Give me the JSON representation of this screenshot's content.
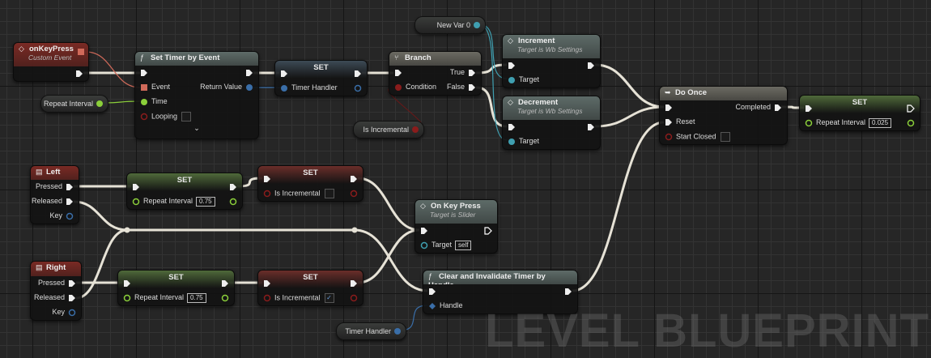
{
  "graph_type_label": "LEVEL BLUEPRINT",
  "colors": {
    "exec": "#ffffff",
    "float": "#8bcf3a",
    "bool": "#8a1c1c",
    "delegate": "#d06a5a",
    "struct": "#3a6ea8",
    "object": "#3f9fb0",
    "event_header": "#7a2a24",
    "function_header": "#5e6b68",
    "set_header": "#5a7040",
    "set_bool_header": "#6b2e2a",
    "input_header": "#7a2a24"
  },
  "nodes": [
    {
      "id": "on-key-press-event",
      "title": "onKeyPress",
      "subtitle": "Custom Event",
      "icon": "event-diamond-icon",
      "header": "#7a2a24",
      "rows": [
        {
          "r": {
            "pin": "exec"
          }
        }
      ],
      "delegate_pin": true
    },
    {
      "id": "set-timer-by-event",
      "title": "Set Timer by Event",
      "icon": "function-icon",
      "header": "#5e6b68",
      "rows": [
        {
          "l": {
            "pin": "exec"
          },
          "r": {
            "pin": "exec"
          }
        },
        {
          "l": {
            "pin": "delegate",
            "label": "Event"
          },
          "r": {
            "pin": "struct",
            "label": "Return Value"
          }
        },
        {
          "l": {
            "pin": "float",
            "label": "Time"
          }
        },
        {
          "l": {
            "pin": "bool-hollow",
            "label": "Looping",
            "check": ""
          }
        },
        {
          "chevron": "⌄"
        }
      ]
    },
    {
      "id": "set-timer-handler",
      "title": "SET",
      "compact": true,
      "header": "#3d4a55",
      "rows": [
        {
          "l": {
            "pin": "exec"
          },
          "r": {
            "pin": "exec"
          }
        },
        {
          "l": {
            "pin": "struct",
            "label": "Timer Handler"
          },
          "r": {
            "pin": "struct-hollow"
          }
        }
      ]
    },
    {
      "id": "branch",
      "title": "Branch",
      "icon": "branch-icon",
      "header": "#6b6a62",
      "rows": [
        {
          "l": {
            "pin": "exec"
          },
          "r": {
            "pin": "exec",
            "label": "True"
          }
        },
        {
          "l": {
            "pin": "bool",
            "label": "Condition"
          },
          "r": {
            "pin": "exec",
            "label": "False"
          }
        }
      ]
    },
    {
      "id": "increment",
      "title": "Increment",
      "subtitle": "Target is Wb Settings",
      "icon": "event-diamond-icon",
      "header": "#5e6b68",
      "rows": [
        {
          "l": {
            "pin": "exec"
          },
          "r": {
            "pin": "exec"
          }
        },
        {
          "l": {
            "pin": "object",
            "label": "Target"
          }
        }
      ]
    },
    {
      "id": "decrement",
      "title": "Decrement",
      "subtitle": "Target is Wb Settings",
      "icon": "event-diamond-icon",
      "header": "#5e6b68",
      "rows": [
        {
          "l": {
            "pin": "exec"
          },
          "r": {
            "pin": "exec"
          }
        },
        {
          "l": {
            "pin": "object",
            "label": "Target"
          }
        }
      ]
    },
    {
      "id": "do-once",
      "title": "Do Once",
      "icon": "do-once-icon",
      "header": "#6b6a62",
      "rows": [
        {
          "l": {
            "pin": "exec"
          },
          "r": {
            "pin": "exec",
            "label": "Completed"
          }
        },
        {
          "l": {
            "pin": "exec",
            "label": "Reset"
          }
        },
        {
          "l": {
            "pin": "bool-hollow",
            "label": "Start Closed",
            "check": ""
          }
        }
      ]
    },
    {
      "id": "set-repeat-interval-fast",
      "title": "SET",
      "compact": true,
      "header": "#4f6a3a",
      "rows": [
        {
          "l": {
            "pin": "exec"
          },
          "r": {
            "pin": "exec-hollow"
          }
        },
        {
          "l": {
            "pin": "float-hollow",
            "label": "Repeat Interval",
            "value": "0.025"
          },
          "r": {
            "pin": "float-hollow"
          }
        }
      ]
    },
    {
      "id": "left-key",
      "title": "Left",
      "icon": "keyboard-icon",
      "header": "#7a2a24",
      "rows": [
        {
          "r": {
            "pin": "exec",
            "label": "Pressed"
          }
        },
        {
          "r": {
            "pin": "exec",
            "label": "Released"
          }
        },
        {
          "r": {
            "pin": "struct-hollow",
            "label": "Key"
          }
        }
      ]
    },
    {
      "id": "set-repeat-interval-left",
      "title": "SET",
      "compact": true,
      "header": "#4f6a3a",
      "rows": [
        {
          "l": {
            "pin": "exec"
          },
          "r": {
            "pin": "exec"
          }
        },
        {
          "l": {
            "pin": "float-hollow",
            "label": "Repeat Interval",
            "value": "0.75"
          },
          "r": {
            "pin": "float-hollow"
          }
        }
      ]
    },
    {
      "id": "set-is-incremental-left",
      "title": "SET",
      "compact": true,
      "header": "#6b2e2a",
      "rows": [
        {
          "l": {
            "pin": "exec"
          },
          "r": {
            "pin": "exec"
          }
        },
        {
          "l": {
            "pin": "bool-hollow",
            "label": "Is Incremental",
            "check": ""
          },
          "r": {
            "pin": "bool-hollow"
          }
        }
      ]
    },
    {
      "id": "on-key-press-call",
      "title": "On Key Press",
      "subtitle": "Target is Slider",
      "icon": "event-diamond-icon",
      "header": "#5e6b68",
      "rows": [
        {
          "l": {
            "pin": "exec"
          },
          "r": {
            "pin": "exec-hollow"
          }
        },
        {
          "l": {
            "pin": "object-hollow",
            "label": "Target",
            "value": "self"
          }
        }
      ]
    },
    {
      "id": "right-key",
      "title": "Right",
      "icon": "keyboard-icon",
      "header": "#7a2a24",
      "rows": [
        {
          "r": {
            "pin": "exec",
            "label": "Pressed"
          }
        },
        {
          "r": {
            "pin": "exec",
            "label": "Released"
          }
        },
        {
          "r": {
            "pin": "struct-hollow",
            "label": "Key"
          }
        }
      ]
    },
    {
      "id": "set-repeat-interval-right",
      "title": "SET",
      "compact": true,
      "header": "#4f6a3a",
      "rows": [
        {
          "l": {
            "pin": "exec"
          },
          "r": {
            "pin": "exec"
          }
        },
        {
          "l": {
            "pin": "float-hollow",
            "label": "Repeat Interval",
            "value": "0.75"
          },
          "r": {
            "pin": "float-hollow"
          }
        }
      ]
    },
    {
      "id": "set-is-incremental-right",
      "title": "SET",
      "compact": true,
      "header": "#6b2e2a",
      "rows": [
        {
          "l": {
            "pin": "exec"
          },
          "r": {
            "pin": "exec"
          }
        },
        {
          "l": {
            "pin": "bool-hollow",
            "label": "Is Incremental",
            "check": "✓"
          },
          "r": {
            "pin": "bool-hollow"
          }
        }
      ]
    },
    {
      "id": "clear-invalidate-timer",
      "title": "Clear and Invalidate Timer by Handle",
      "icon": "function-icon",
      "header": "#5e6b68",
      "rows": [
        {
          "l": {
            "pin": "exec"
          },
          "r": {
            "pin": "exec"
          }
        },
        {
          "l": {
            "pin": "struct-diamond",
            "label": "Handle"
          }
        }
      ]
    }
  ],
  "variables": [
    {
      "id": "repeat-interval-get",
      "label": "Repeat Interval",
      "pin": "float"
    },
    {
      "id": "new-var-0-get",
      "label": "New Var 0",
      "pin": "object"
    },
    {
      "id": "is-incremental-get",
      "label": "Is Incremental",
      "pin": "bool"
    },
    {
      "id": "timer-handler-get",
      "label": "Timer Handler",
      "pin": "struct"
    }
  ]
}
